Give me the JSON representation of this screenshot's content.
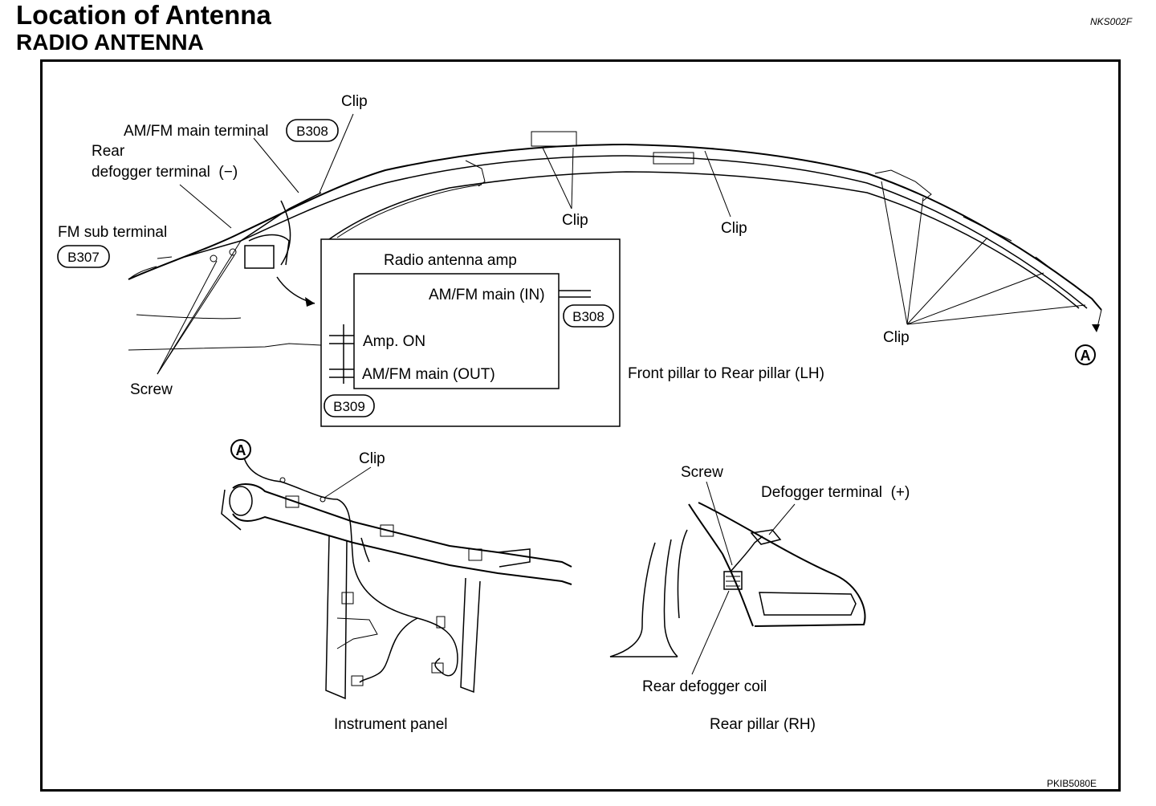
{
  "header": {
    "title": "Location of Antenna",
    "subtitle": "RADIO ANTENNA",
    "doc_id": "NKS002F"
  },
  "labels": {
    "clip_top": "Clip",
    "am_fm_main_terminal": "AM/FM main terminal",
    "rear": "Rear",
    "defogger_terminal_minus": "defogger terminal  (−)",
    "fm_sub_terminal": "FM sub terminal",
    "screw_left": "Screw",
    "clip_mid1": "Clip",
    "clip_mid2": "Clip",
    "clip_right": "Clip",
    "radio_antenna_amp": "Radio antenna amp",
    "am_fm_main_in": "AM/FM main (IN)",
    "amp_on": "Amp. ON",
    "am_fm_main_out": "AM/FM main (OUT)",
    "front_to_rear_pillar": "Front pillar to Rear pillar (LH)",
    "clip_panel": "Clip",
    "screw_rh": "Screw",
    "defogger_terminal_plus": "Defogger terminal  (+)",
    "rear_defogger_coil": "Rear defogger coil",
    "instrument_panel": "Instrument panel",
    "rear_pillar_rh": "Rear pillar (RH)",
    "figure_id": "PKIB5080E"
  },
  "connectors": {
    "b308_top": "B308",
    "b307": "B307",
    "b308_amp": "B308",
    "b309": "B309"
  },
  "markers": {
    "a_right": "A",
    "a_panel": "A"
  }
}
